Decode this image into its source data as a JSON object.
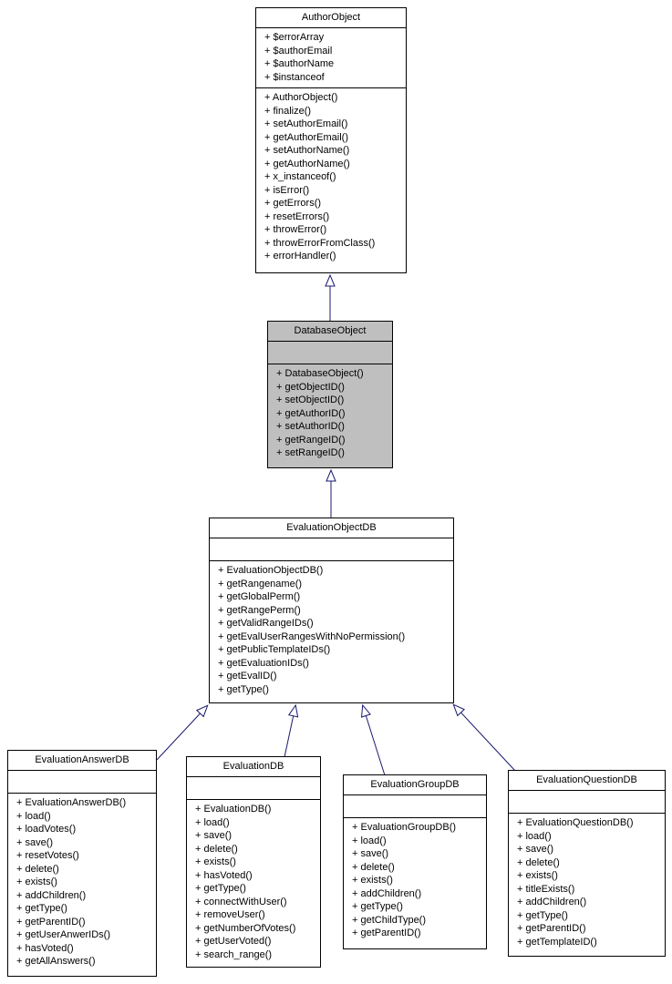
{
  "diagram_type": "uml-class-inheritance",
  "colors": {
    "background": "#ffffff",
    "border": "#000000",
    "text": "#000000",
    "arrow": "#191970",
    "highlight_fill": "#bfbfbf"
  },
  "classes": [
    {
      "name": "AuthorObject",
      "highlighted": false,
      "attributes": [
        "+ $errorArray",
        "+ $authorEmail",
        "+ $authorName",
        "+ $instanceof"
      ],
      "methods": [
        "+ AuthorObject()",
        "+ finalize()",
        "+ setAuthorEmail()",
        "+ getAuthorEmail()",
        "+ setAuthorName()",
        "+ getAuthorName()",
        "+ x_instanceof()",
        "+ isError()",
        "+ getErrors()",
        "+ resetErrors()",
        "+ throwError()",
        "+ throwErrorFromClass()",
        "+ errorHandler()"
      ]
    },
    {
      "name": "DatabaseObject",
      "highlighted": true,
      "attributes": [],
      "methods": [
        "+ DatabaseObject()",
        "+ getObjectID()",
        "+ setObjectID()",
        "+ getAuthorID()",
        "+ setAuthorID()",
        "+ getRangeID()",
        "+ setRangeID()"
      ]
    },
    {
      "name": "EvaluationObjectDB",
      "highlighted": false,
      "attributes": [],
      "methods": [
        "+ EvaluationObjectDB()",
        "+ getRangename()",
        "+ getGlobalPerm()",
        "+ getRangePerm()",
        "+ getValidRangeIDs()",
        "+ getEvalUserRangesWithNoPermission()",
        "+ getPublicTemplateIDs()",
        "+ getEvaluationIDs()",
        "+ getEvalID()",
        "+ getType()"
      ]
    },
    {
      "name": "EvaluationAnswerDB",
      "highlighted": false,
      "attributes": [],
      "methods": [
        "+ EvaluationAnswerDB()",
        "+ load()",
        "+ loadVotes()",
        "+ save()",
        "+ resetVotes()",
        "+ delete()",
        "+ exists()",
        "+ addChildren()",
        "+ getType()",
        "+ getParentID()",
        "+ getUserAnwerIDs()",
        "+ hasVoted()",
        "+ getAllAnswers()"
      ]
    },
    {
      "name": "EvaluationDB",
      "highlighted": false,
      "attributes": [],
      "methods": [
        "+ EvaluationDB()",
        "+ load()",
        "+ save()",
        "+ delete()",
        "+ exists()",
        "+ hasVoted()",
        "+ getType()",
        "+ connectWithUser()",
        "+ removeUser()",
        "+ getNumberOfVotes()",
        "+ getUserVoted()",
        "+ search_range()"
      ]
    },
    {
      "name": "EvaluationGroupDB",
      "highlighted": false,
      "attributes": [],
      "methods": [
        "+ EvaluationGroupDB()",
        "+ load()",
        "+ save()",
        "+ delete()",
        "+ exists()",
        "+ addChildren()",
        "+ getType()",
        "+ getChildType()",
        "+ getParentID()"
      ]
    },
    {
      "name": "EvaluationQuestionDB",
      "highlighted": false,
      "attributes": [],
      "methods": [
        "+ EvaluationQuestionDB()",
        "+ load()",
        "+ save()",
        "+ delete()",
        "+ exists()",
        "+ titleExists()",
        "+ addChildren()",
        "+ getType()",
        "+ getParentID()",
        "+ getTemplateID()"
      ]
    }
  ],
  "relations": [
    {
      "from": "DatabaseObject",
      "to": "AuthorObject",
      "type": "inheritance"
    },
    {
      "from": "EvaluationObjectDB",
      "to": "DatabaseObject",
      "type": "inheritance"
    },
    {
      "from": "EvaluationAnswerDB",
      "to": "EvaluationObjectDB",
      "type": "inheritance"
    },
    {
      "from": "EvaluationDB",
      "to": "EvaluationObjectDB",
      "type": "inheritance"
    },
    {
      "from": "EvaluationGroupDB",
      "to": "EvaluationObjectDB",
      "type": "inheritance"
    },
    {
      "from": "EvaluationQuestionDB",
      "to": "EvaluationObjectDB",
      "type": "inheritance"
    }
  ]
}
